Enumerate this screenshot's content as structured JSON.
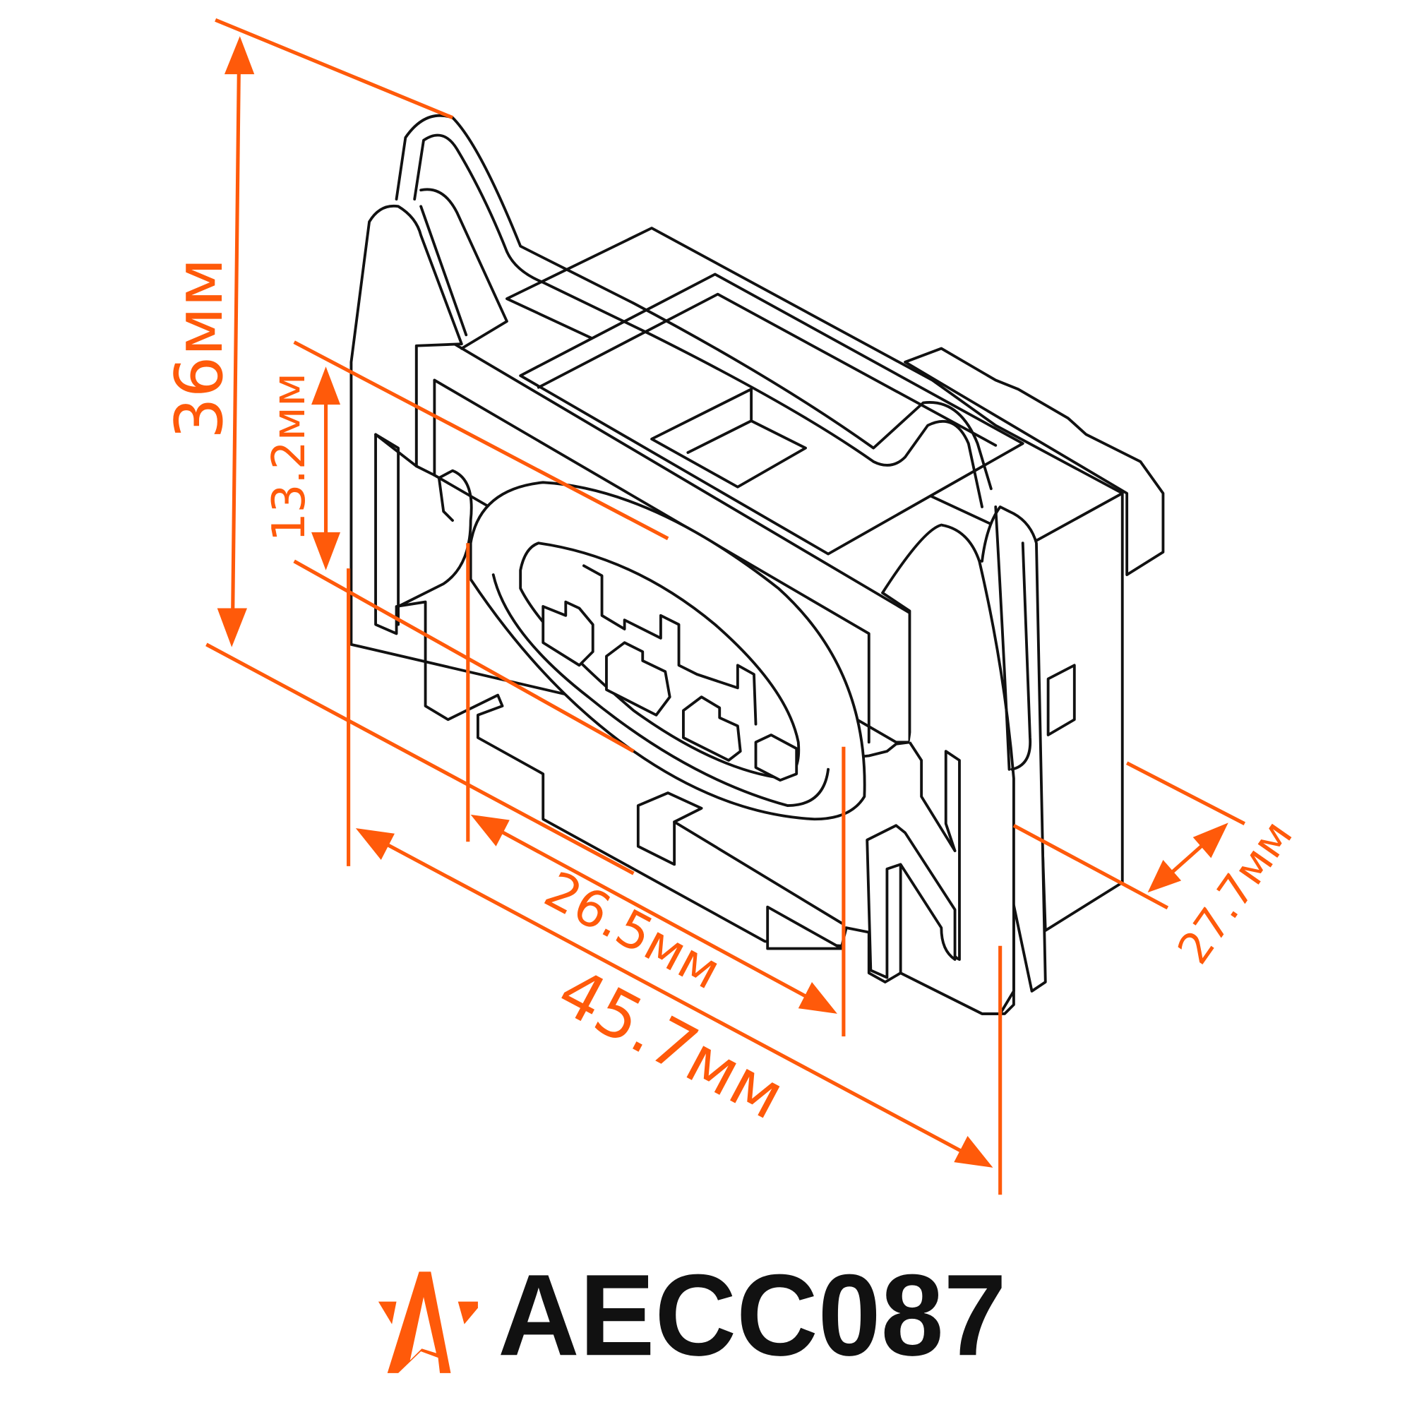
{
  "product": {
    "code": "AECC087",
    "logo_letters": "A",
    "accent_color": "#ff5a0a",
    "line_color": "#111111"
  },
  "dimensions": {
    "height": "36мм",
    "oval_height": "13.2мм",
    "oval_width": "26.5мм",
    "total_width": "45.7мм",
    "depth": "27.7мм"
  }
}
